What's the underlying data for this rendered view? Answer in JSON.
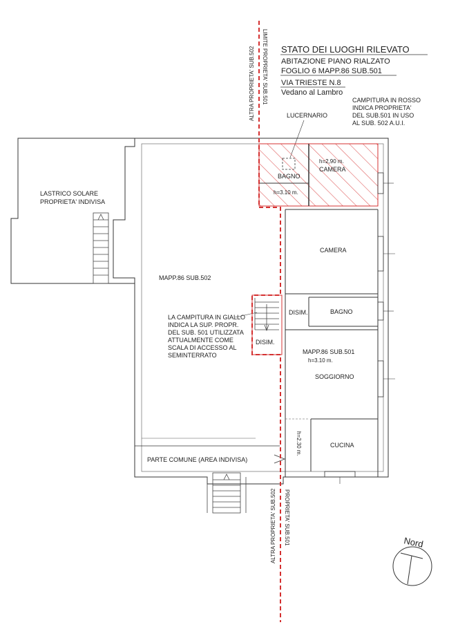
{
  "header": {
    "title": "STATO DEI LUOGHI RILEVATO",
    "line1": "ABITAZIONE PIANO RIALZATO",
    "line2": "FOGLIO 6  MAPP.86 SUB.501",
    "line3": "VIA TRIESTE  N.8",
    "line4": "Vedano al Lambro"
  },
  "legend_red": [
    "CAMPITURA IN ROSSO",
    "INDICA PROPRIETA'",
    "DEL SUB.501 IN USO",
    "AL SUB. 502 A.U.I."
  ],
  "legend_yellow": [
    "LA CAMPITURA IN GIALLO",
    "INDICA LA SUP. PROPR.",
    "DEL SUB. 501 UTILIZZATA",
    "ATTUALMENTE COME",
    "SCALA DI ACCESSO AL",
    "SEMINTERRATO"
  ],
  "boundary_top": {
    "left": "ALTRA PROPRIETA' SUB.502",
    "right": "LIMITE PROPRIETA' SUB.501"
  },
  "boundary_bottom": {
    "left": "ALTRA PROPRIETA' SUB.502",
    "right": "PROPRIETA' SUB.501"
  },
  "labels": {
    "lucernario": "LUCERNARIO",
    "lastrico1": "LASTRICO SOLARE",
    "lastrico2": "PROPRIETA' INDIVISA",
    "bagno_top": "BAGNO",
    "camera_top": "CAMERA",
    "h_camera_top": "h=2,90 m.",
    "h_bagno_top": "h=3.10 m.",
    "camera": "CAMERA",
    "bagno": "BAGNO",
    "disim1": "DISIM.",
    "disim2": "DISIM.",
    "mapp502": "MAPP.86 SUB.502",
    "mapp501": "MAPP.86 SUB.501",
    "h501": "h=3.10 m.",
    "soggiorno": "SOGGIORNO",
    "cucina": "CUCINA",
    "h230": "h=2.30 m.",
    "parte_comune": "PARTE COMUNE (AREA INDIVISA)",
    "nord": "Nord"
  },
  "colors": {
    "boundary": "#d43030",
    "wall": "#333333",
    "yellow_area": "#d43030"
  }
}
